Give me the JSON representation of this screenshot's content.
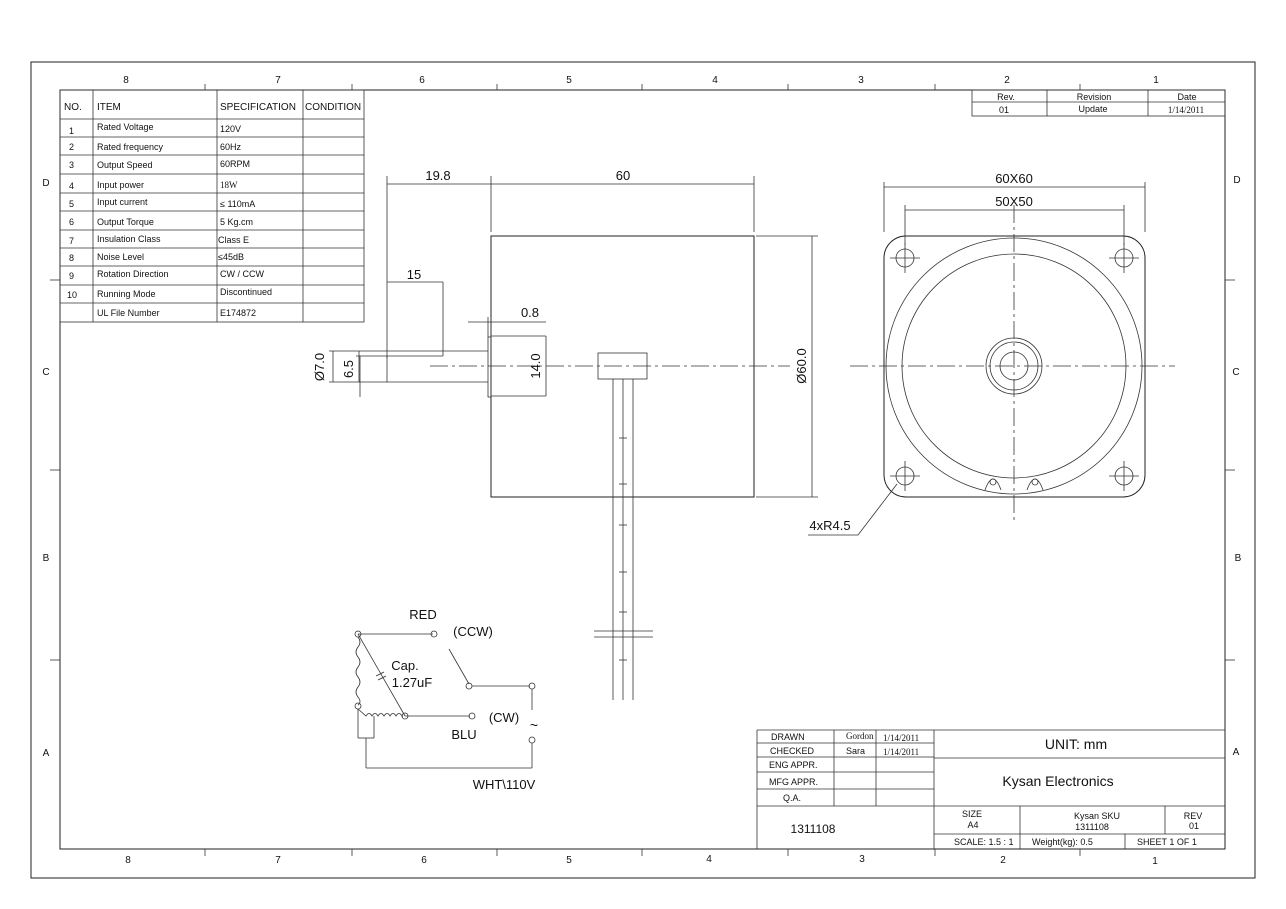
{
  "zone_columns": [
    "8",
    "7",
    "6",
    "5",
    "4",
    "3",
    "2",
    "1"
  ],
  "zone_rows": [
    "D",
    "C",
    "B",
    "A"
  ],
  "spec_table": {
    "headers": [
      "NO.",
      "ITEM",
      "SPECIFICATION",
      "CONDITION"
    ],
    "rows": [
      {
        "no": "1",
        "item": "Rated Voltage",
        "spec": "120V"
      },
      {
        "no": "2",
        "item": "Rated frequency",
        "spec": "60Hz"
      },
      {
        "no": "3",
        "item": "Output Speed",
        "spec": "60RPM"
      },
      {
        "no": "4",
        "item": "Input power",
        "spec": "18W"
      },
      {
        "no": "5",
        "item": "Input current",
        "spec": "≤ 110mA"
      },
      {
        "no": "6",
        "item": "Output Torque",
        "spec": "5 Kg.cm"
      },
      {
        "no": "7",
        "item": "Insulation Class",
        "spec": "Class E"
      },
      {
        "no": "8",
        "item": "Noise Level",
        "spec": "≤45dB"
      },
      {
        "no": "9",
        "item": "Rotation Direction",
        "spec": "CW / CCW"
      },
      {
        "no": "10",
        "item": "Running Mode",
        "spec": "Discontinued"
      },
      {
        "no": "",
        "item": "UL File Number",
        "spec": "E174872"
      }
    ]
  },
  "revision": {
    "headers": [
      "Rev.",
      "Revision",
      "Date"
    ],
    "rev": "01",
    "description": "Update",
    "date": "1/14/2011"
  },
  "dimensions": {
    "shaft_length": "19.8",
    "body_length": "60",
    "flat_length": "15",
    "flange_thickness": "0.8",
    "shaft_diameter": "Ø7.0",
    "flat_height": "6.5",
    "boss_diameter": "14.0",
    "body_diameter": "Ø60.0",
    "frame_size": "60X60",
    "hole_pitch": "50X50",
    "hole_callout": "4xR4.5"
  },
  "wiring": {
    "red": "RED",
    "ccw": "(CCW)",
    "cap_label": "Cap.",
    "cap_value": "1.27uF",
    "blu": "BLU",
    "cw": "(CW)",
    "supply": "WHT\\110V",
    "ac_symbol": "~"
  },
  "title_block": {
    "drawn_label": "DRAWN",
    "drawn_by": "Gordon",
    "drawn_date": "1/14/2011",
    "checked_label": "CHECKED",
    "checked_by": "Sara",
    "checked_date": "1/14/2011",
    "eng_label": "ENG APPR.",
    "mfg_label": "MFG APPR.",
    "qa_label": "Q.A.",
    "unit": "UNIT: mm",
    "company": "Kysan Electronics",
    "part_number": "1311108",
    "size_label": "SIZE",
    "size_value": "A4",
    "sku_label": "Kysan SKU",
    "sku_value": "1311108",
    "rev_label": "REV",
    "rev_value": "01",
    "scale": "SCALE: 1.5 : 1",
    "weight": "Weight(kg): 0.5",
    "sheet": "SHEET 1 OF 1"
  }
}
